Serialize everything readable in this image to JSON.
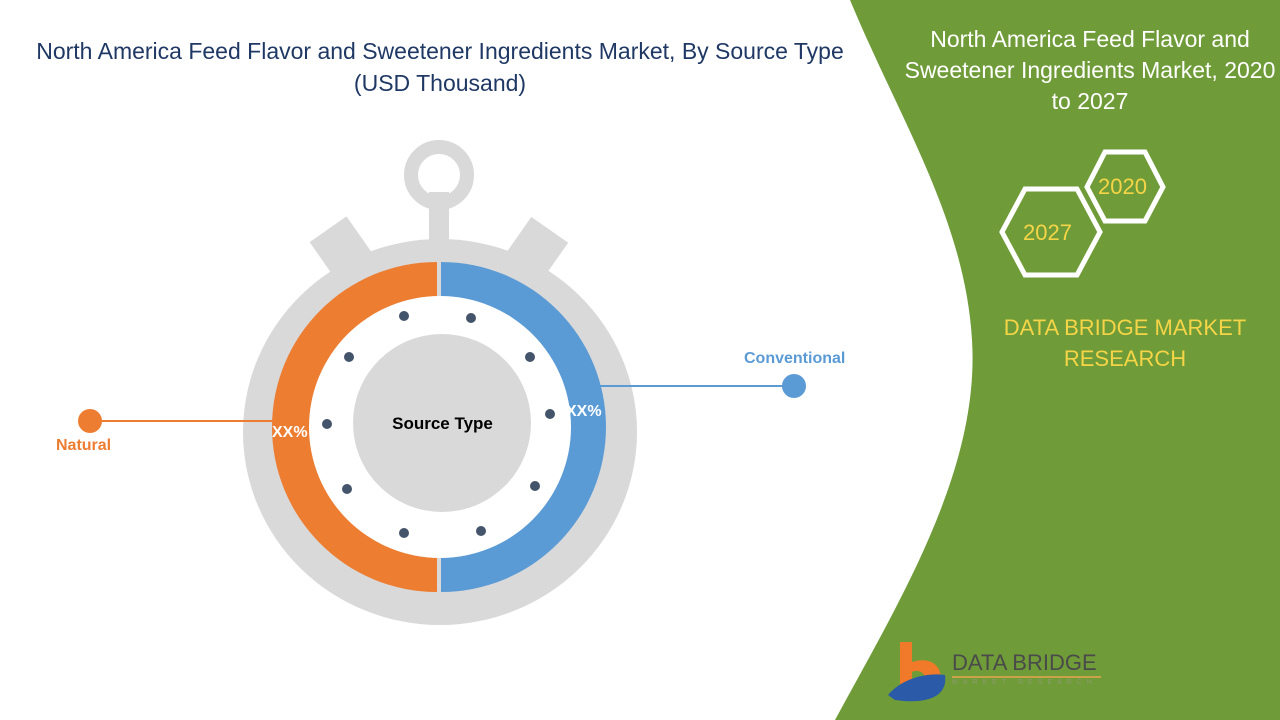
{
  "title": "North America Feed Flavor and Sweetener Ingredients Market, By Source Type (USD Thousand)",
  "side_panel": {
    "title": "North America Feed Flavor and Sweetener Ingredients Market, 2020 to 2027",
    "year_start": "2020",
    "year_end": "2027",
    "brand": "DATA BRIDGE MARKET RESEARCH"
  },
  "logo": {
    "name": "DATA BRIDGE",
    "tagline": "MARKET RESEARCH"
  },
  "chart_data": {
    "type": "pie",
    "title": "Source Type",
    "categories": [
      "Natural",
      "Conventional"
    ],
    "values": [
      50,
      50
    ],
    "data_labels": [
      "XX%",
      "XX%"
    ],
    "colors": [
      "#ed7d31",
      "#5b9bd5"
    ]
  }
}
